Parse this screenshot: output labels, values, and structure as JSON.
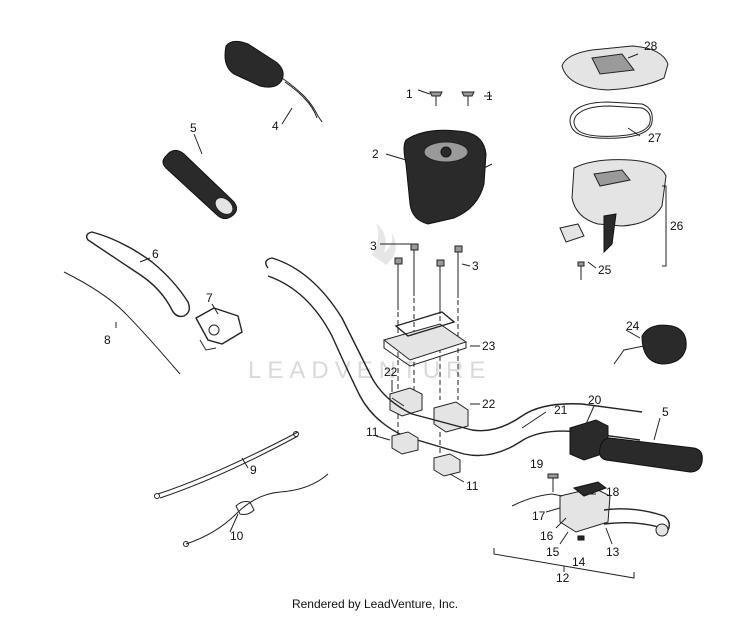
{
  "footer": {
    "text": "Rendered by LeadVenture, Inc."
  },
  "watermark": {
    "text": "LEADVENTURE"
  },
  "callouts": [
    {
      "id": "1a",
      "text": "1"
    },
    {
      "id": "1b",
      "text": "1"
    },
    {
      "id": "2",
      "text": "2"
    },
    {
      "id": "3a",
      "text": "3"
    },
    {
      "id": "3b",
      "text": "3"
    },
    {
      "id": "4",
      "text": "4"
    },
    {
      "id": "5a",
      "text": "5"
    },
    {
      "id": "5b",
      "text": "5"
    },
    {
      "id": "6",
      "text": "6"
    },
    {
      "id": "7",
      "text": "7"
    },
    {
      "id": "8",
      "text": "8"
    },
    {
      "id": "9",
      "text": "9"
    },
    {
      "id": "10",
      "text": "10"
    },
    {
      "id": "11a",
      "text": "11"
    },
    {
      "id": "11b",
      "text": "11"
    },
    {
      "id": "12",
      "text": "12"
    },
    {
      "id": "13",
      "text": "13"
    },
    {
      "id": "14",
      "text": "14"
    },
    {
      "id": "15",
      "text": "15"
    },
    {
      "id": "16",
      "text": "16"
    },
    {
      "id": "17",
      "text": "17"
    },
    {
      "id": "18",
      "text": "18"
    },
    {
      "id": "19",
      "text": "19"
    },
    {
      "id": "20",
      "text": "20"
    },
    {
      "id": "21",
      "text": "21"
    },
    {
      "id": "22a",
      "text": "22"
    },
    {
      "id": "22b",
      "text": "22"
    },
    {
      "id": "23",
      "text": "23"
    },
    {
      "id": "24",
      "text": "24"
    },
    {
      "id": "25",
      "text": "25"
    },
    {
      "id": "26",
      "text": "26"
    },
    {
      "id": "27",
      "text": "27"
    },
    {
      "id": "28",
      "text": "28"
    }
  ],
  "colors": {
    "ink": "#222222",
    "dark_part": "#2a2a2a",
    "watermark": "#d9d9d9"
  }
}
